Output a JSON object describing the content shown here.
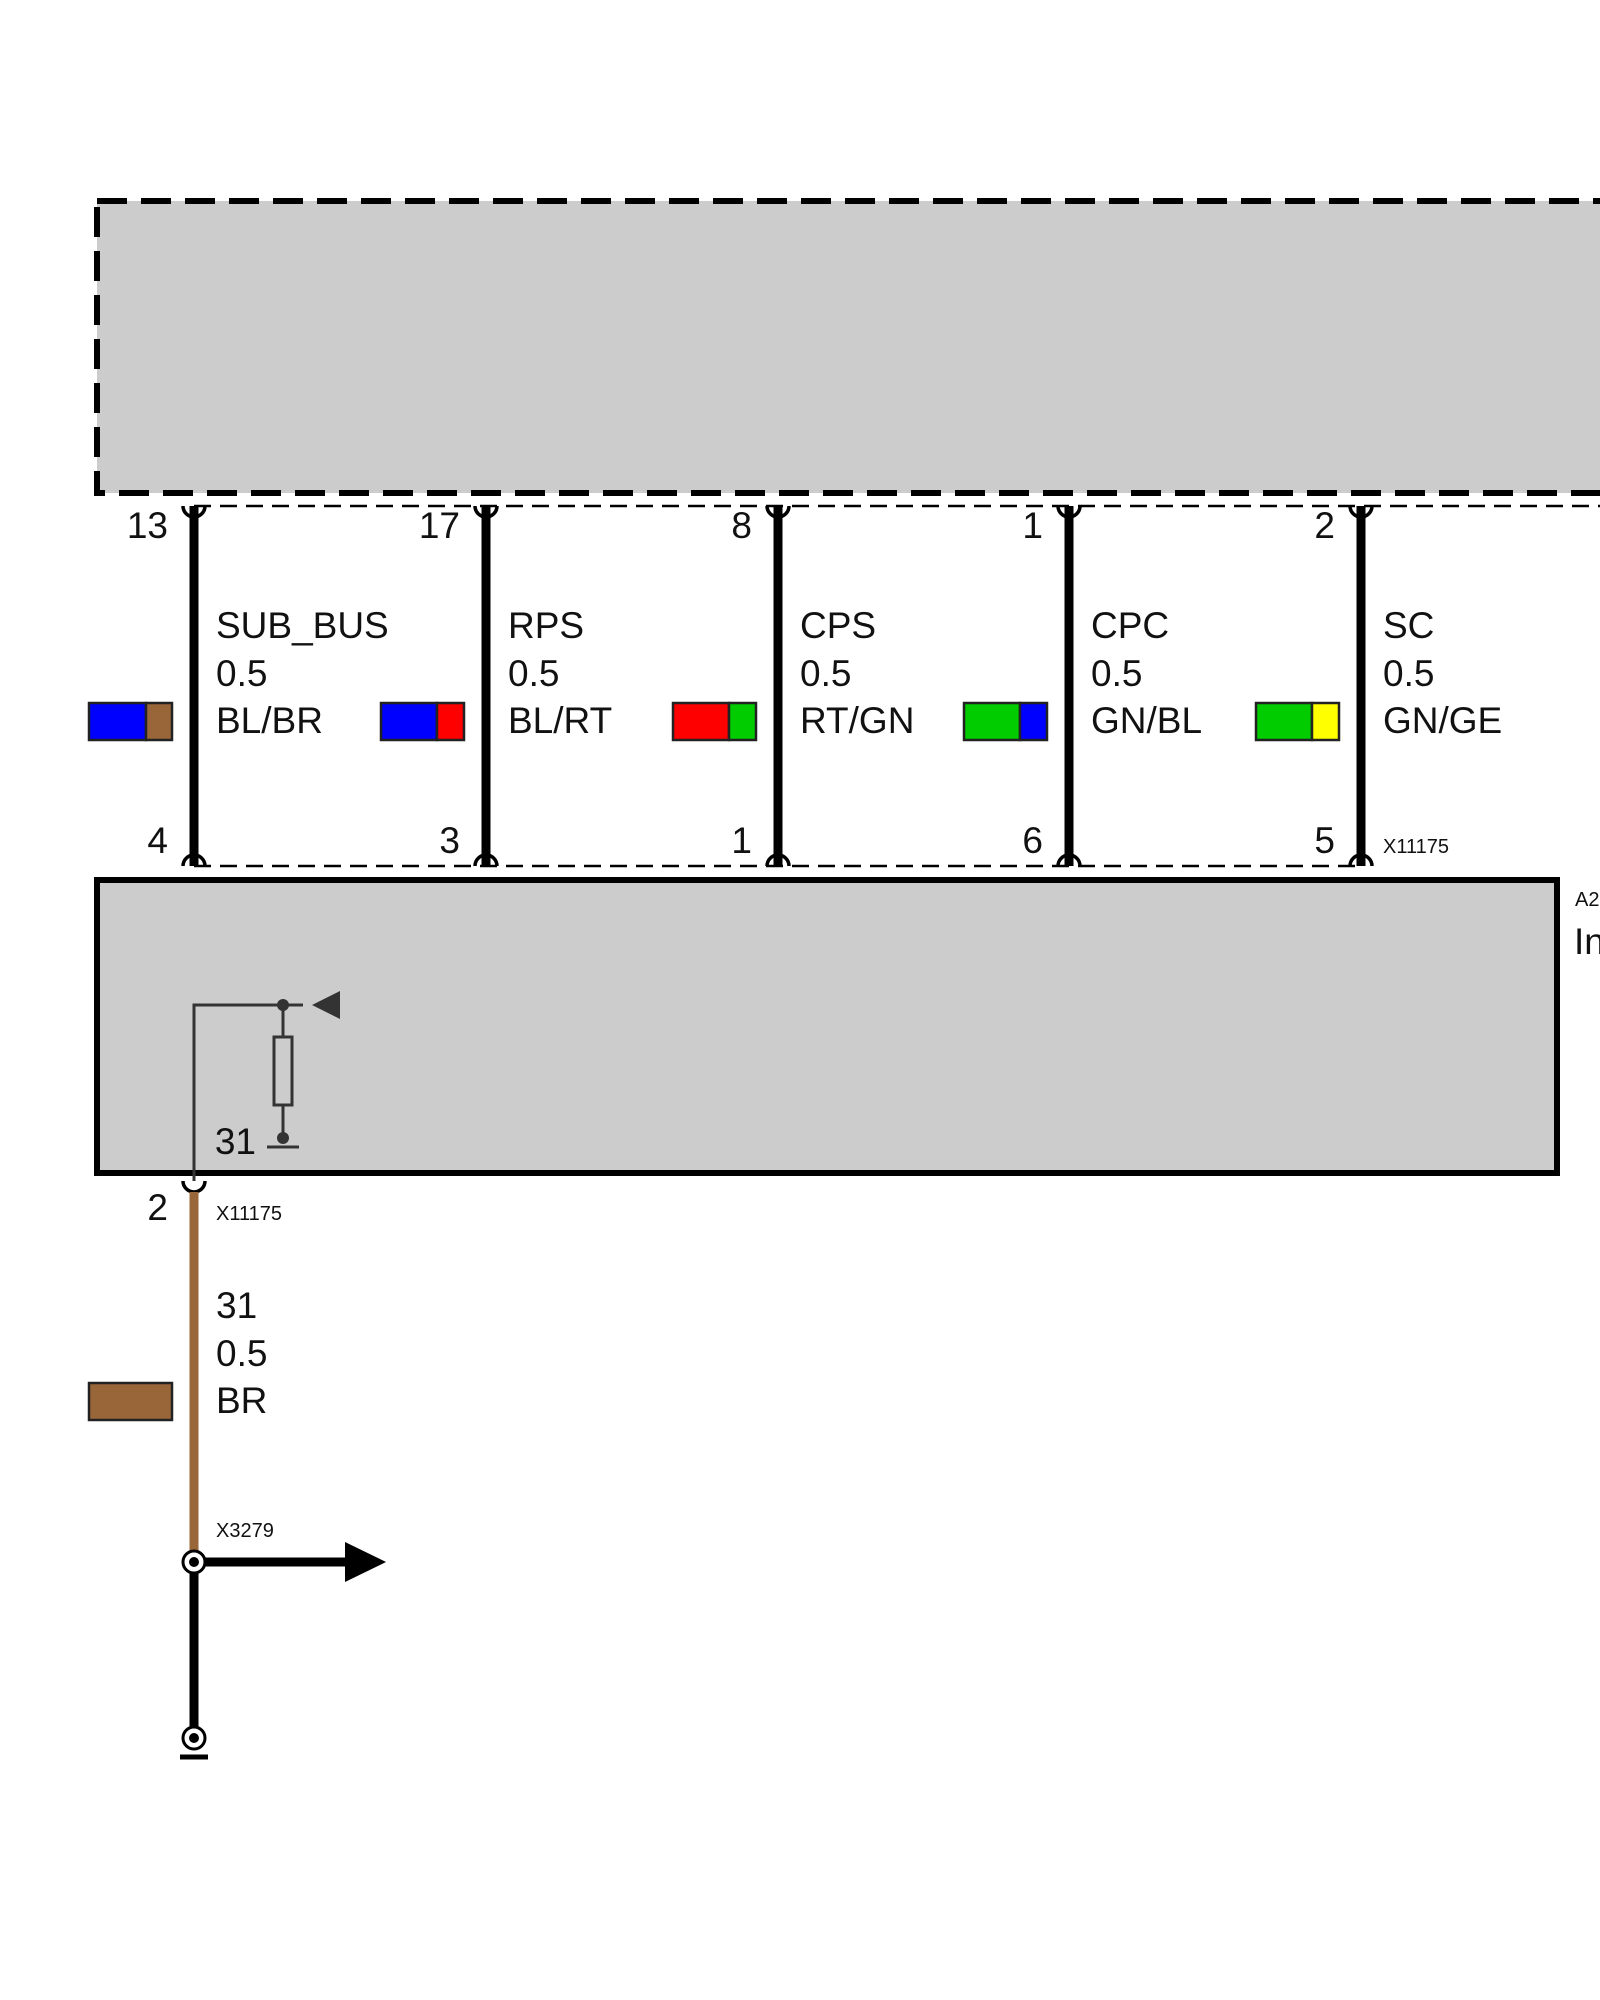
{
  "top_connector_pins": [
    "13",
    "17",
    "8",
    "1",
    "2"
  ],
  "bottom_connector_pins": [
    "4",
    "3",
    "1",
    "6",
    "5"
  ],
  "bottom_connector_label": "X11175",
  "module_id": "A2",
  "module_name_fragment": "In",
  "wires": [
    {
      "signal": "SUB_BUS",
      "gauge": "0.5",
      "color_code": "BL/BR",
      "colors": [
        "#0000ff",
        "#99663a"
      ]
    },
    {
      "signal": "RPS",
      "gauge": "0.5",
      "color_code": "BL/RT",
      "colors": [
        "#0000ff",
        "#ff0000"
      ]
    },
    {
      "signal": "CPS",
      "gauge": "0.5",
      "color_code": "RT/GN",
      "colors": [
        "#ff0000",
        "#00cc00"
      ]
    },
    {
      "signal": "CPC",
      "gauge": "0.5",
      "color_code": "GN/BL",
      "colors": [
        "#00cc00",
        "#0000ff"
      ]
    },
    {
      "signal": "SC",
      "gauge": "0.5",
      "color_code": "GN/GE",
      "colors": [
        "#00cc00",
        "#ffff00"
      ]
    }
  ],
  "internal_ground_label": "31",
  "ground_wire": {
    "pin": "2",
    "connector": "X11175",
    "signal": "31",
    "gauge": "0.5",
    "color_code": "BR",
    "color": "#99663a"
  },
  "splice_label": "X3279",
  "colors": {
    "module_fill": "#cccccc",
    "wire_black": "#000000",
    "wire_brown": "#99663a"
  }
}
